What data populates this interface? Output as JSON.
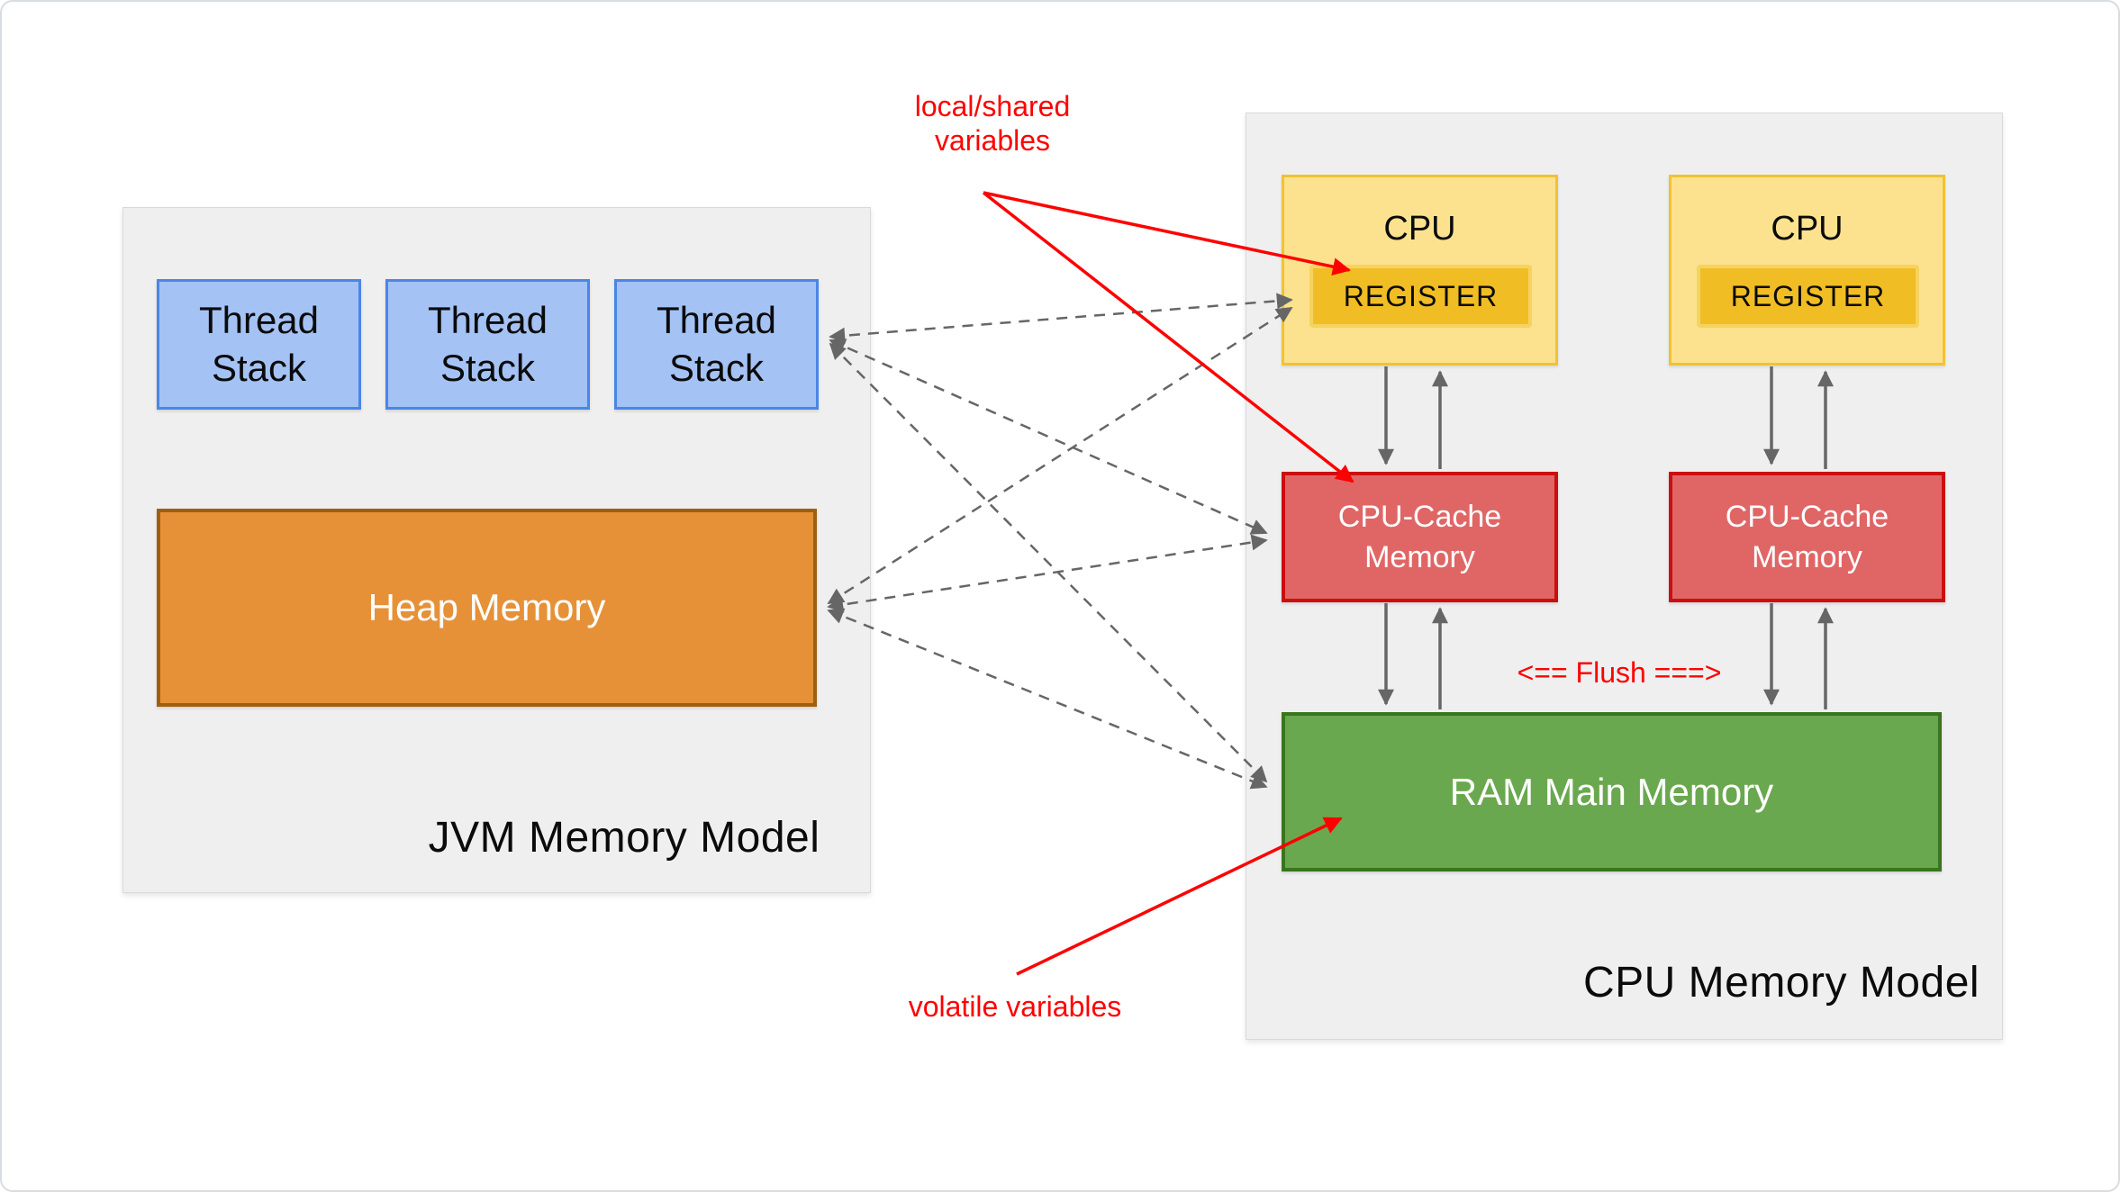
{
  "jvm_panel": {
    "title": "JVM Memory Model",
    "thread_stacks": [
      "Thread\nStack",
      "Thread\nStack",
      "Thread\nStack"
    ],
    "heap_label": "Heap Memory"
  },
  "cpu_panel": {
    "title": "CPU Memory Model",
    "flush_label": "<== Flush ===>",
    "ram_label": "RAM Main Memory",
    "columns": [
      {
        "cpu_label": "CPU",
        "register_label": "REGISTER",
        "cache_label": "CPU-Cache\nMemory"
      },
      {
        "cpu_label": "CPU",
        "register_label": "REGISTER",
        "cache_label": "CPU-Cache\nMemory"
      }
    ]
  },
  "annotations": {
    "local_shared": "local/shared\nvariables",
    "volatile": "volatile variables"
  },
  "colors": {
    "panel-bg": "#efefef",
    "panel-border": "#d9d9d9",
    "blue-fill": "#a4c2f4",
    "blue-border": "#4a86e8",
    "orange-fill": "#e69138",
    "orange-border": "#9e5f10",
    "yellow-fill": "#fce28e",
    "yellow-border": "#f1c232",
    "register-fill": "#f0bd24",
    "register-border": "#f6d35f",
    "red-fill": "#e06666",
    "red-border": "#cc0e0e",
    "green-fill": "#6aa84f",
    "green-border": "#38761d",
    "arrow-gray": "#666666",
    "annotation-red": "#ff0000",
    "text-dark": "#0b0b0b",
    "text-light": "#ffffff"
  }
}
